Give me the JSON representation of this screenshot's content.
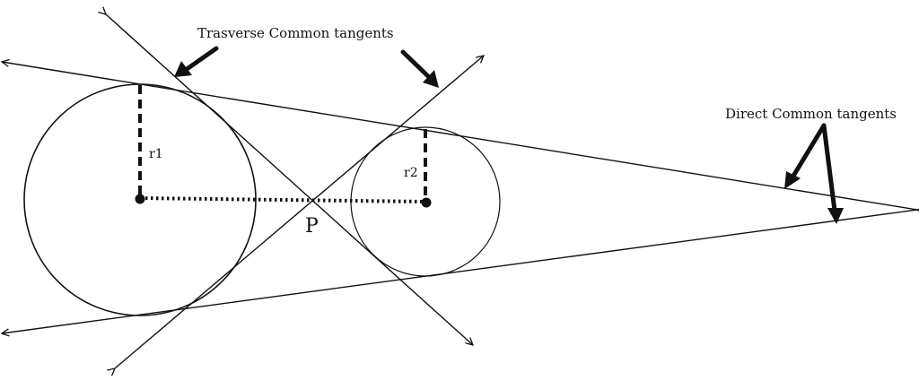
{
  "labels": {
    "transverse": "Trasverse Common tangents",
    "direct": "Direct Common tangents",
    "r1": "r1",
    "r2": "r2",
    "point": "P"
  },
  "colors": {
    "ink": "#111111",
    "background": "#ffffff"
  }
}
